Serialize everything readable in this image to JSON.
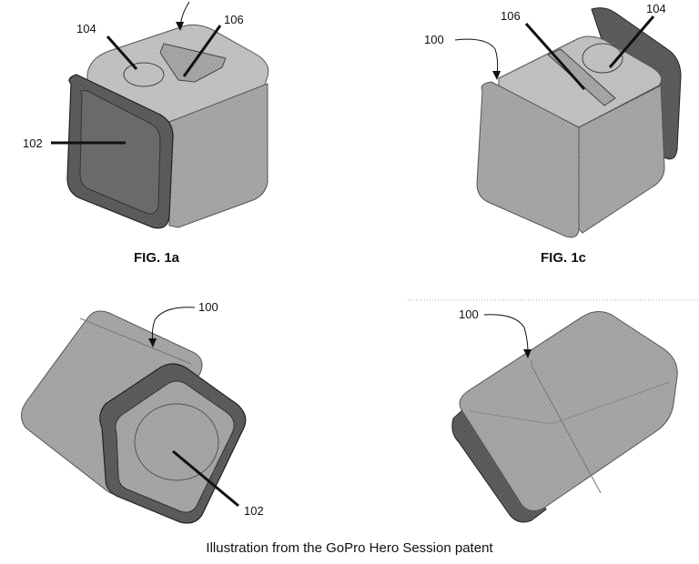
{
  "figures": {
    "fig1a": {
      "label": "FIG. 1a",
      "refs": {
        "lens": "102",
        "button": "104",
        "indicator": "106"
      }
    },
    "fig1c": {
      "label": "FIG. 1c",
      "refs": {
        "body": "100",
        "button": "104",
        "indicator": "106"
      }
    },
    "fig_bottom_left": {
      "refs": {
        "body": "100",
        "lens": "102"
      }
    },
    "fig_bottom_right": {
      "refs": {
        "body": "100"
      }
    }
  },
  "caption": "Illustration from the GoPro Hero Session patent",
  "colors": {
    "body_light": "#b9b9b9",
    "body_mid": "#9d9d9d",
    "body_dark": "#6e6e6e",
    "lens": "#5a5a5a",
    "bezel": "#3a3a3a",
    "line": "#111111"
  }
}
